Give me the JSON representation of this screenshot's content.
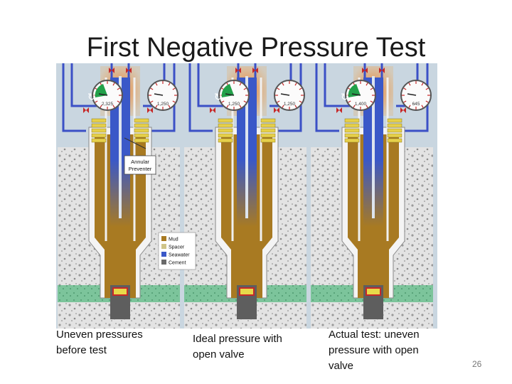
{
  "slide": {
    "title": "First Negative Pressure Test",
    "page_number": "26"
  },
  "panels": [
    {
      "caption": "Uneven pressures before test",
      "gauge_left": "2,325",
      "gauge_right": "1,250"
    },
    {
      "caption": "Ideal pressure with open valve",
      "gauge_left": "1,250",
      "gauge_right": "1,250"
    },
    {
      "caption": "Actual test: uneven pressure with open valve",
      "gauge_left": "1,400",
      "gauge_right": "645"
    }
  ],
  "callout": {
    "line1": "Annular",
    "line2": "Preventer"
  },
  "legend": [
    {
      "label": "Mud",
      "color": "#a87a22"
    },
    {
      "label": "Spacer",
      "color": "#cfc488"
    },
    {
      "label": "Seawater",
      "color": "#3a58c8"
    },
    {
      "label": "Cement",
      "color": "#6a6a6a"
    }
  ],
  "colors": {
    "mud": "#a87a22",
    "seawater": "#3a58c8",
    "casing": "#ffffff",
    "rock": "#dedede",
    "sand": "#7cc49b",
    "yellow_flange": "#e6d04a",
    "gauge_red": "#c62828",
    "gauge_green": "#22a14a",
    "glow": "#e8782a"
  }
}
